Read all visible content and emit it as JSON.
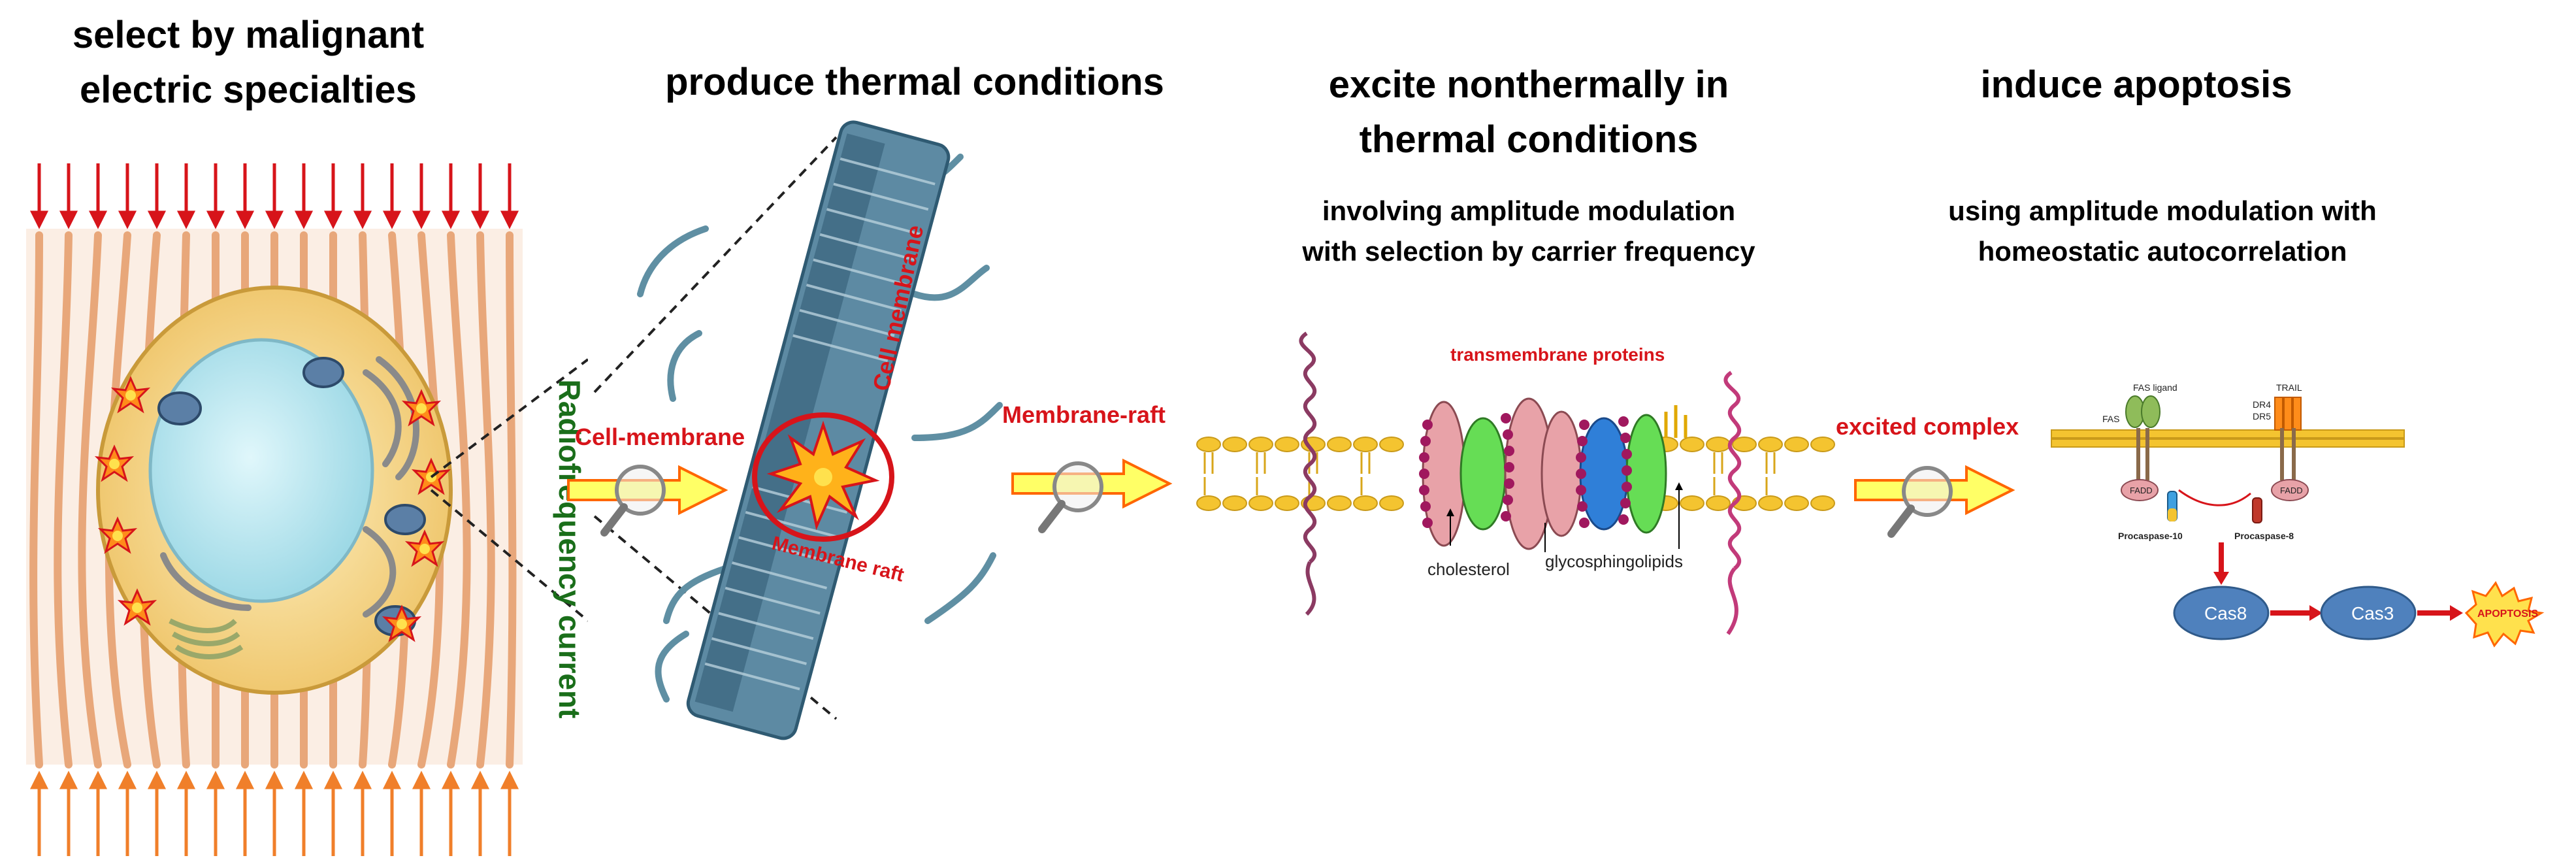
{
  "titles": {
    "step1": [
      "select by malignant",
      "electric specialties"
    ],
    "step2": "produce thermal conditions",
    "step3": [
      "excite nonthermally in",
      "thermal conditions"
    ],
    "step4": "induce apoptosis"
  },
  "subtitles": {
    "step3": [
      "involving amplitude modulation",
      "with selection by carrier frequency"
    ],
    "step4": [
      "using amplitude modulation with",
      "homeostatic autocorrelation"
    ]
  },
  "labels": {
    "radiofrequency": "Radiofrequency current",
    "cell_membrane_arrow": "Cell-membrane",
    "membrane_raft_arrow": "Membrane-raft",
    "excited_complex_arrow": "excited complex",
    "cell_membrane_strip": "Cell membrane",
    "membrane_raft_circle": "Membrane raft",
    "transmembrane_proteins": "transmembrane proteins",
    "cholesterol": "cholesterol",
    "glycosphingolipids": "glycosphingolipids"
  },
  "pathway": {
    "fas_ligand": "FAS ligand",
    "fas": "FAS",
    "trail": "TRAIL",
    "dr4": "DR4",
    "dr5": "DR5",
    "fadd_left": "FADD",
    "fadd_right": "FADD",
    "procaspase10": "Procaspase-10",
    "procaspase8": "Procaspase-8",
    "cas8": "Cas8",
    "cas3": "Cas3",
    "apoptosis": "APOPTOSIS"
  },
  "colors": {
    "red": "#d7141a",
    "dark_green": "#1a6e1a",
    "field_line": "#e8a77a",
    "arrow_yellow": "#ffff66",
    "caspase_blue": "#4f81bd",
    "lipid_yellow": "#f4c430"
  }
}
